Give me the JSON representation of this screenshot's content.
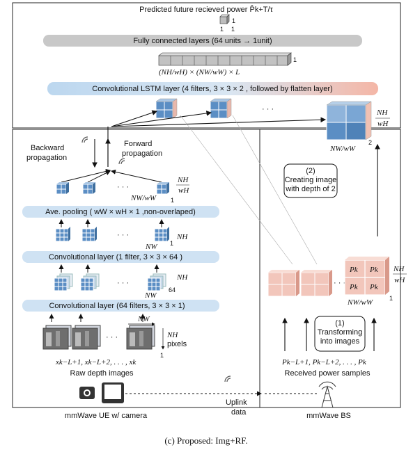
{
  "title": "Predicted future recieved power P̂k+T/τ",
  "output_dims": [
    "1",
    "1",
    "1"
  ],
  "fc_label": "Fully connected layers (64 units → 1unit)",
  "flatten_dim_label": "(NH/wH) × (NW/wW) × L",
  "flatten_one": "1",
  "convlstm_label": "Convolutional LSTM layer (4 filters, 3 × 3 × 2 , followed by flatten layer)",
  "ellipsis": "· · ·",
  "big_cube_nh": "NH",
  "big_cube_wh": "wH",
  "big_cube_nw": "NW/wW",
  "big_cube_two": "2",
  "backward_label": [
    "Backward",
    "propagation"
  ],
  "forward_label": [
    "Forward",
    "propagation"
  ],
  "pool_dims": [
    "NH",
    "wH",
    "NW/wW",
    "1"
  ],
  "avepool_label": "Ave. pooling ( wW × wH × 1 ,non-overlaped)",
  "conv1_dims": [
    "NH",
    "NW",
    "1"
  ],
  "conv1_label": "Convolutional layer (1 filter, 3 × 3 × 64 )",
  "conv64_dims": [
    "NH",
    "NW",
    "64"
  ],
  "conv64_label": "Convolutional layer (64 filters, 3 × 3 × 1)",
  "raw_dims": [
    "NW",
    "NH",
    "pixels",
    "1"
  ],
  "raw_seq": "xk−L+1, xk−L+2, . . . , xk",
  "raw_label": "Raw depth images",
  "step2_label": [
    "(2)",
    "Creating image",
    "with depth of 2"
  ],
  "step1_label": [
    "(1)",
    "Transforming",
    "into images"
  ],
  "pk_cells": [
    "Pk",
    "Pk",
    "Pk",
    "Pk"
  ],
  "rf_dims": [
    "NH",
    "wH",
    "NW/wW",
    "1"
  ],
  "rf_seq": "Pk−L+1, Pk−L+2, . . . , Pk",
  "rf_label": "Received power samples",
  "uplink_label": [
    "Uplink",
    "data"
  ],
  "ue_label": "mmWave UE w/ camera",
  "bs_label": "mmWave BS",
  "caption": "(c) Proposed: Img+RF.",
  "colors": {
    "blue_band": "#cfe2f3",
    "gray_band": "#c8c8c8",
    "salmon": "#f2c6bb",
    "cube_blue": "#5b8ec4"
  }
}
